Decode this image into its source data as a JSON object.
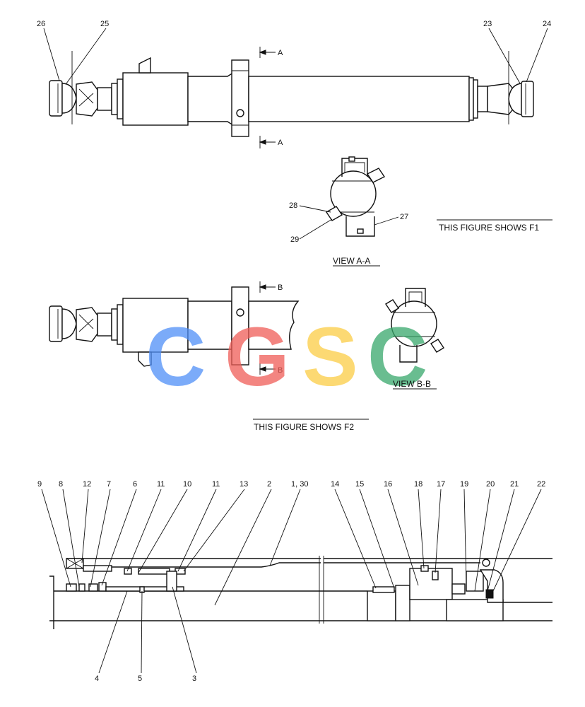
{
  "figure_f1": {
    "caption": "THIS FIGURE SHOWS  F1",
    "section_marker": "A",
    "view_title": "VIEW   A-A",
    "callouts": [
      "26",
      "25",
      "23",
      "24"
    ],
    "view_callouts": [
      "28",
      "29",
      "27"
    ]
  },
  "figure_f2": {
    "caption": "THIS FIGURE SHOWS  F2",
    "section_marker": "B",
    "view_title": "VIEW  B-B"
  },
  "section_view": {
    "top_callouts": [
      "9",
      "8",
      "12",
      "7",
      "6",
      "11",
      "10",
      "11",
      "13",
      "2",
      "1, 30",
      "14",
      "15",
      "16",
      "18",
      "17",
      "19",
      "20",
      "21",
      "22"
    ],
    "bottom_callouts": [
      "4",
      "5",
      "3"
    ]
  },
  "watermark": {
    "letters": [
      "C",
      "G",
      "S",
      "C"
    ],
    "colors": [
      "#4f8ff7",
      "#ef5d57",
      "#fbcd45",
      "#38a86b"
    ]
  }
}
